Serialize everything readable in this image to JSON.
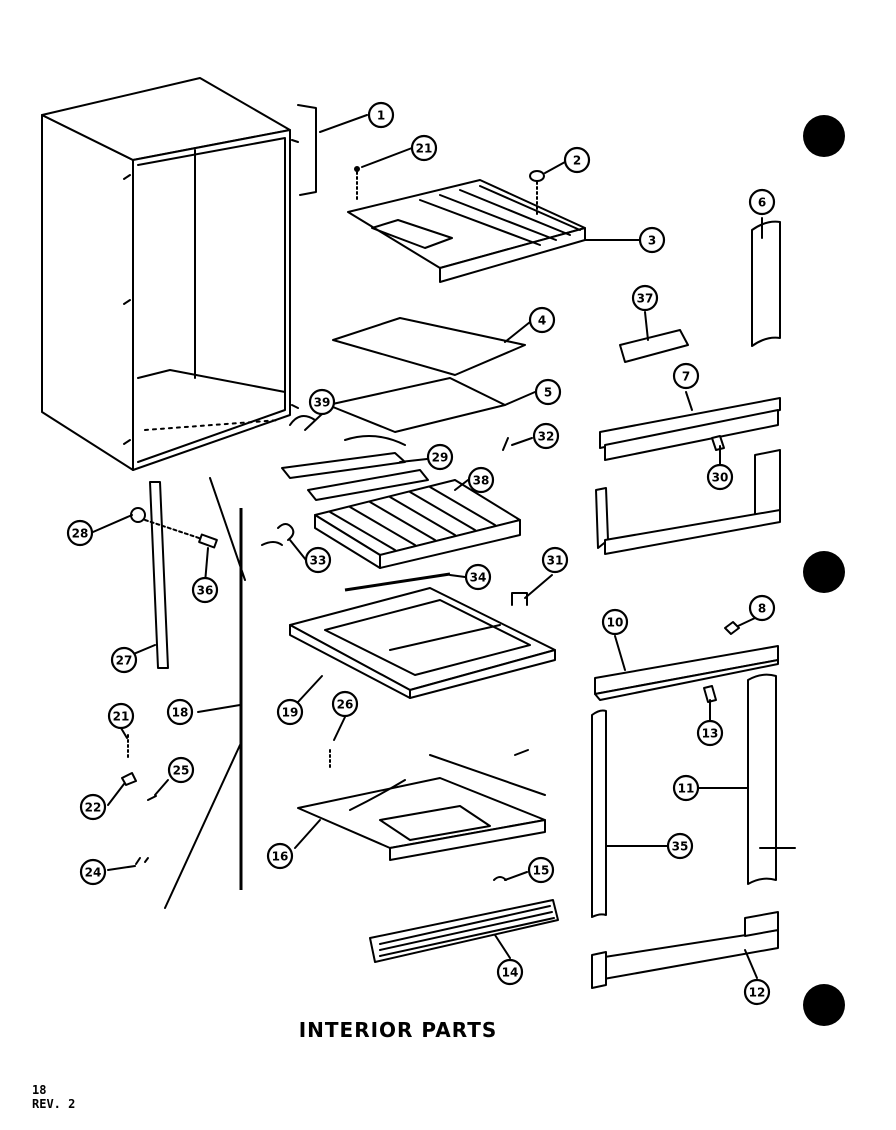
{
  "title": "INTERIOR PARTS",
  "page_number": "18",
  "revision": "REV. 2",
  "callouts": [
    "1",
    "21",
    "2",
    "3",
    "4",
    "5",
    "6",
    "37",
    "7",
    "39",
    "32",
    "29",
    "38",
    "30",
    "33",
    "34",
    "31",
    "28",
    "36",
    "27",
    "8",
    "10",
    "19",
    "13",
    "26",
    "18",
    "21",
    "22",
    "25",
    "11",
    "24",
    "16",
    "35",
    "15",
    "14",
    "12"
  ]
}
